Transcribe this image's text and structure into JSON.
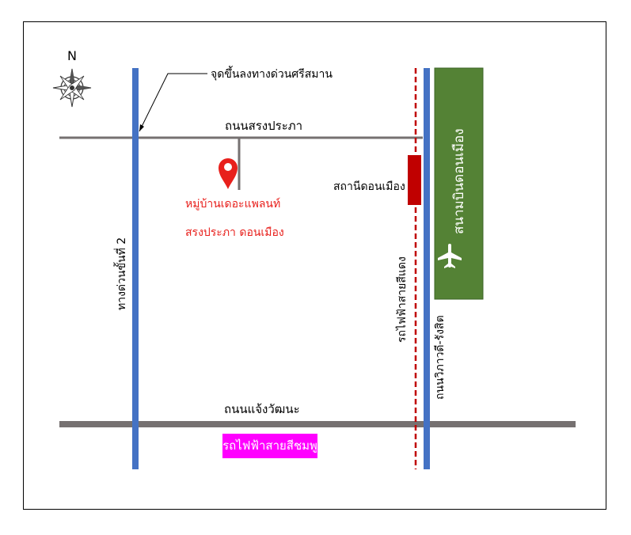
{
  "compass": {
    "north_label": "N",
    "icon": "compass-rose-icon"
  },
  "labels": {
    "expressway_exit": "จุดขึ้นลงทางด่วนศรีสมาน",
    "road_songprapa": "ถนนสรงประภา",
    "village_line1": "หมู่บ้านเดอะแพลนท์",
    "village_line2": "สรงประภา ดอนเมือง",
    "station_donmueang": "สถานีดอนเมือง",
    "expressway_2": "ทางด่วนขั้นที่ 2",
    "red_line": "รถไฟฟ้าสายสีแดง",
    "airport": "สนามบินดอนเมือง",
    "road_vibhavadi": "ถนนวิภาวดี-รังสิต",
    "road_chaengwattana": "ถนนแจ้งวัฒนะ",
    "pink_line": "รถไฟฟ้าสายสีชมพู"
  },
  "colors": {
    "road_gray": "#767171",
    "expressway_blue": "#4472c4",
    "red_line": "#c00000",
    "airport_green": "#548235",
    "pin_red": "#e8201c",
    "pink_line": "#ff00ff"
  }
}
